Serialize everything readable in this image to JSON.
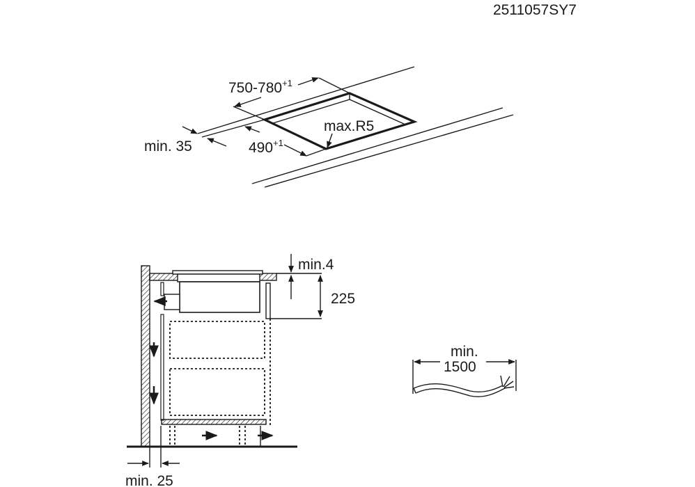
{
  "drawing_code": "2511057SY7",
  "cutout": {
    "width_label": "750-780",
    "width_tolerance": "+1",
    "depth_label": "490",
    "depth_tolerance": "+1",
    "radius_label": "max.R5",
    "edge_distance_label": "min. 35"
  },
  "section": {
    "gap_label": "min.4",
    "height_label": "225",
    "wall_distance_label": "min. 25"
  },
  "cable": {
    "min_label": "min.",
    "length_label": "1500"
  }
}
